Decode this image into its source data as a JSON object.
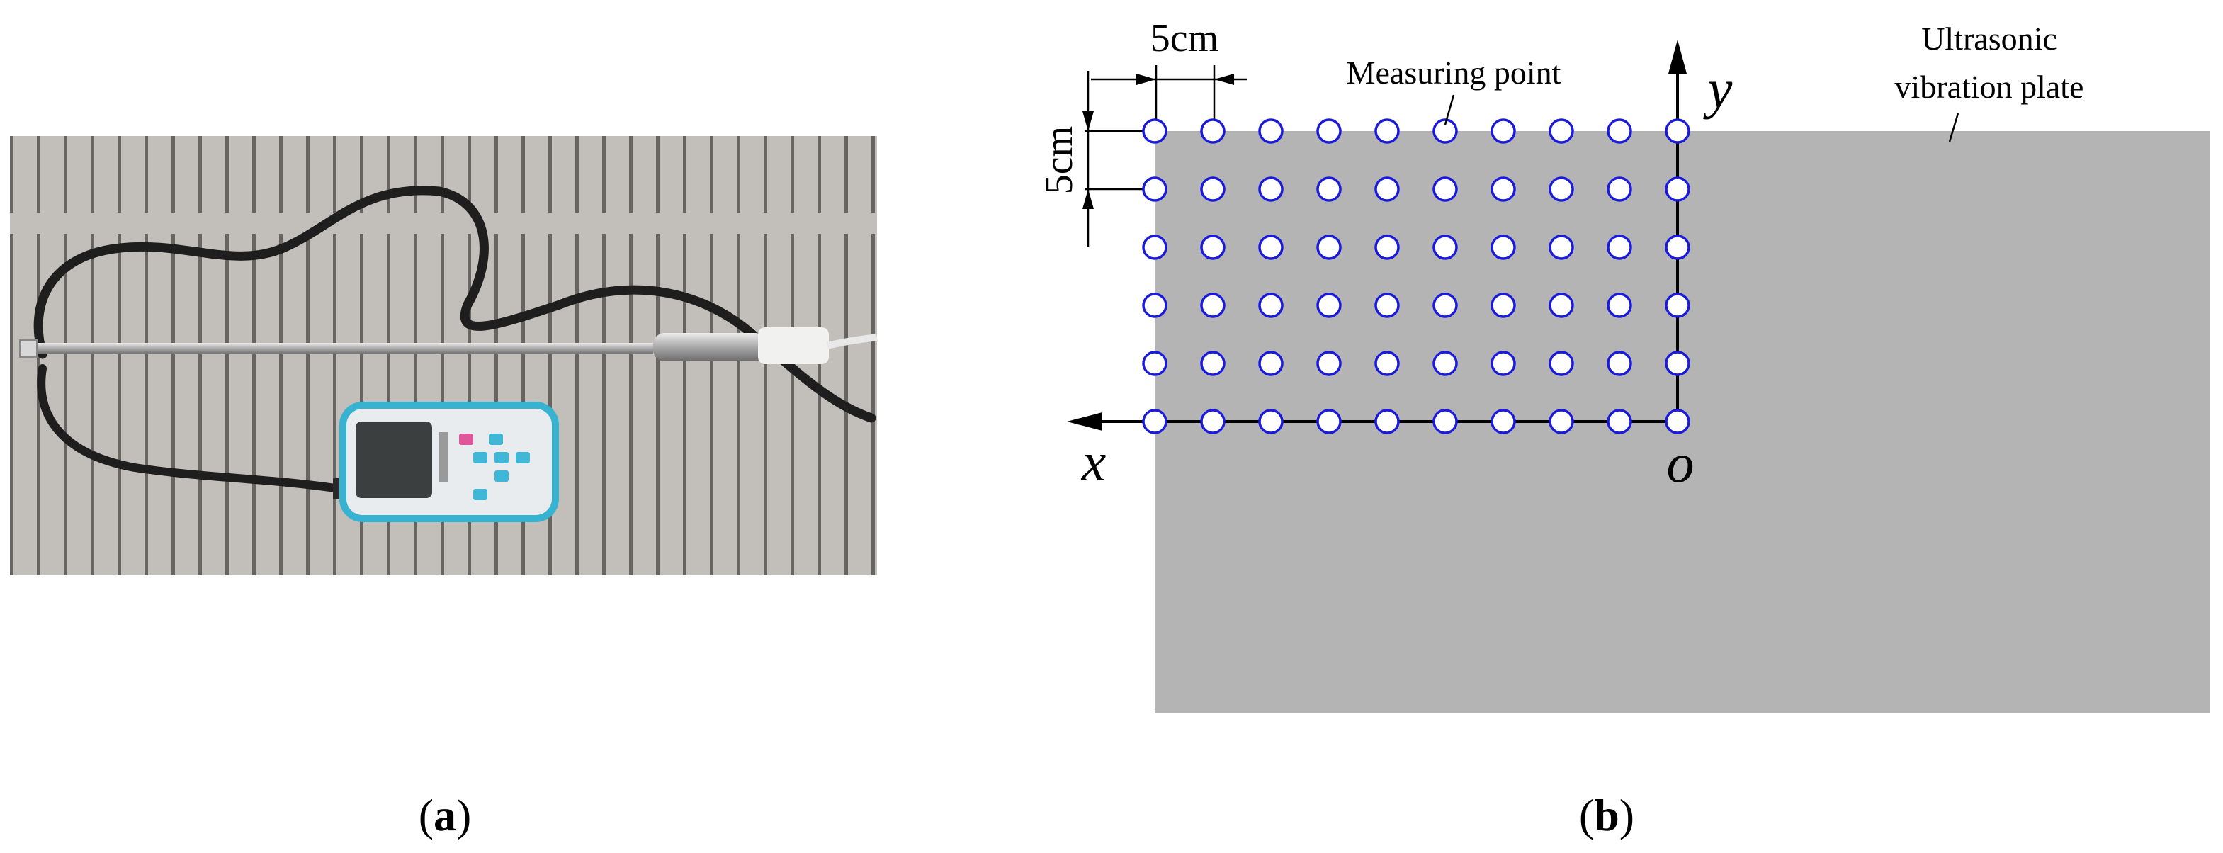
{
  "panels": {
    "a": {
      "caption_letter": "a",
      "photo_description": ""
    },
    "b": {
      "caption_letter": "b",
      "dimension_horizontal": "5cm",
      "dimension_vertical": "5cm",
      "measuring_point_label": "Measuring point",
      "plate_label_line1": "Ultrasonic",
      "plate_label_line2": "vibration plate",
      "axis_x": "x",
      "axis_y": "y",
      "origin": "o",
      "grid": {
        "columns": 10,
        "rows": 6
      },
      "colors": {
        "plate": "#b4b4b4",
        "point": "#1a1adc",
        "axis": "#000000"
      }
    }
  }
}
